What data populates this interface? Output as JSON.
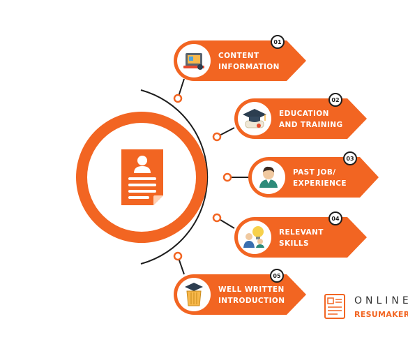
{
  "accent": "#f26522",
  "steps": [
    {
      "number": "01",
      "line1": "CONTENT",
      "line2": "INFORMATION",
      "icon": "content-tools-icon"
    },
    {
      "number": "02",
      "line1": "EDUCATION",
      "line2": "AND TRAINING",
      "icon": "graduation-cap-icon"
    },
    {
      "number": "03",
      "line1": "PAST JOB/",
      "line2": "EXPERIENCE",
      "icon": "person-avatar-icon"
    },
    {
      "number": "04",
      "line1": "RELEVANT",
      "line2": "SKILLS",
      "icon": "lightbulb-skills-icon"
    },
    {
      "number": "05",
      "line1": "WELL WRITTEN",
      "line2": "INTRODUCTION",
      "icon": "pencil-cup-icon"
    }
  ],
  "center_icon": "resume-document-icon",
  "logo": {
    "line1": "ONLINE",
    "line2": "RESUMAKER",
    "icon": "resume-logo-icon"
  }
}
